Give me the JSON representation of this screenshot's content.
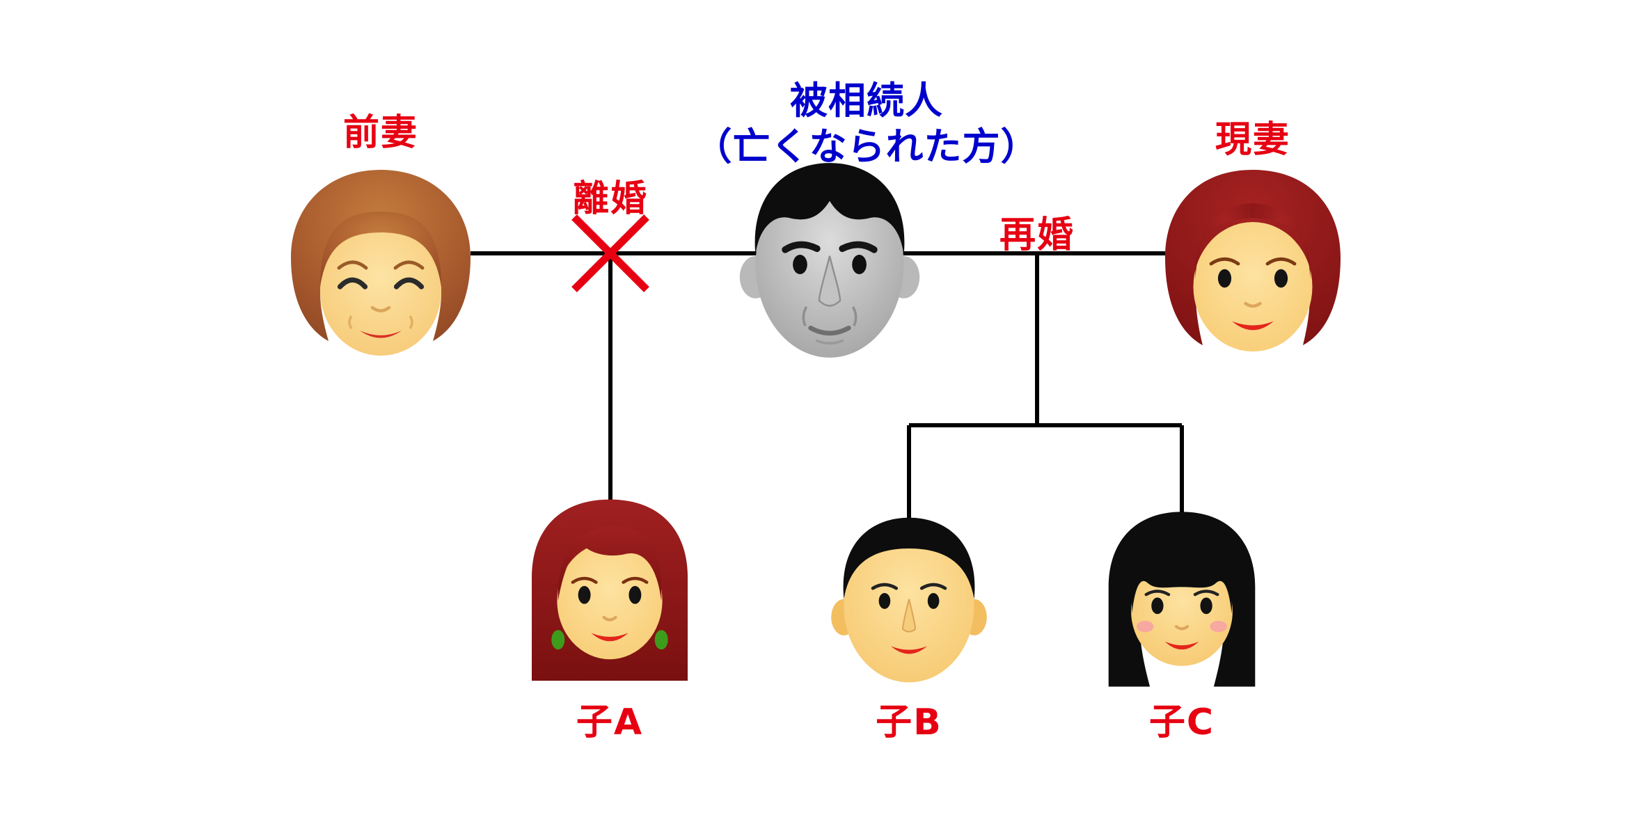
{
  "diagram_title": {
    "line1": "被相続人",
    "line2": "（亡くなられた方）"
  },
  "labels": {
    "former_wife": "前妻",
    "divorce": "離婚",
    "remarriage": "再婚",
    "current_wife": "現妻",
    "child_a": "子A",
    "child_b": "子B",
    "child_c": "子C"
  },
  "colors": {
    "label_red": "#e60012",
    "title_blue": "#0000cd",
    "connector_black": "#000000",
    "divorce_x_red": "#e60012",
    "background": "#ffffff"
  }
}
